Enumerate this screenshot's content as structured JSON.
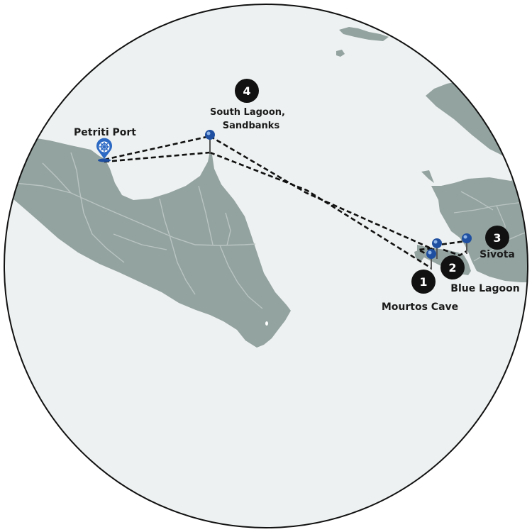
{
  "map": {
    "colors": {
      "sea": "#eef1f1",
      "land": "#93a3a0",
      "road": "#b9c4c2",
      "outline": "#111111",
      "route": "#111111",
      "pin": "#1f4fa0",
      "pin_highlight": "#8fb5e8",
      "pin_stem": "#555555",
      "badge": "#111111",
      "port_icon": "#2c69c4"
    },
    "port": {
      "label": "Petriti Port"
    },
    "stops": [
      {
        "number": "1",
        "label": "Mourtos Cave"
      },
      {
        "number": "2",
        "label": "Blue Lagoon"
      },
      {
        "number": "3",
        "label": "Sivota"
      },
      {
        "number": "4",
        "label_line1": "South Lagoon,",
        "label_line2": "Sandbanks"
      }
    ]
  }
}
